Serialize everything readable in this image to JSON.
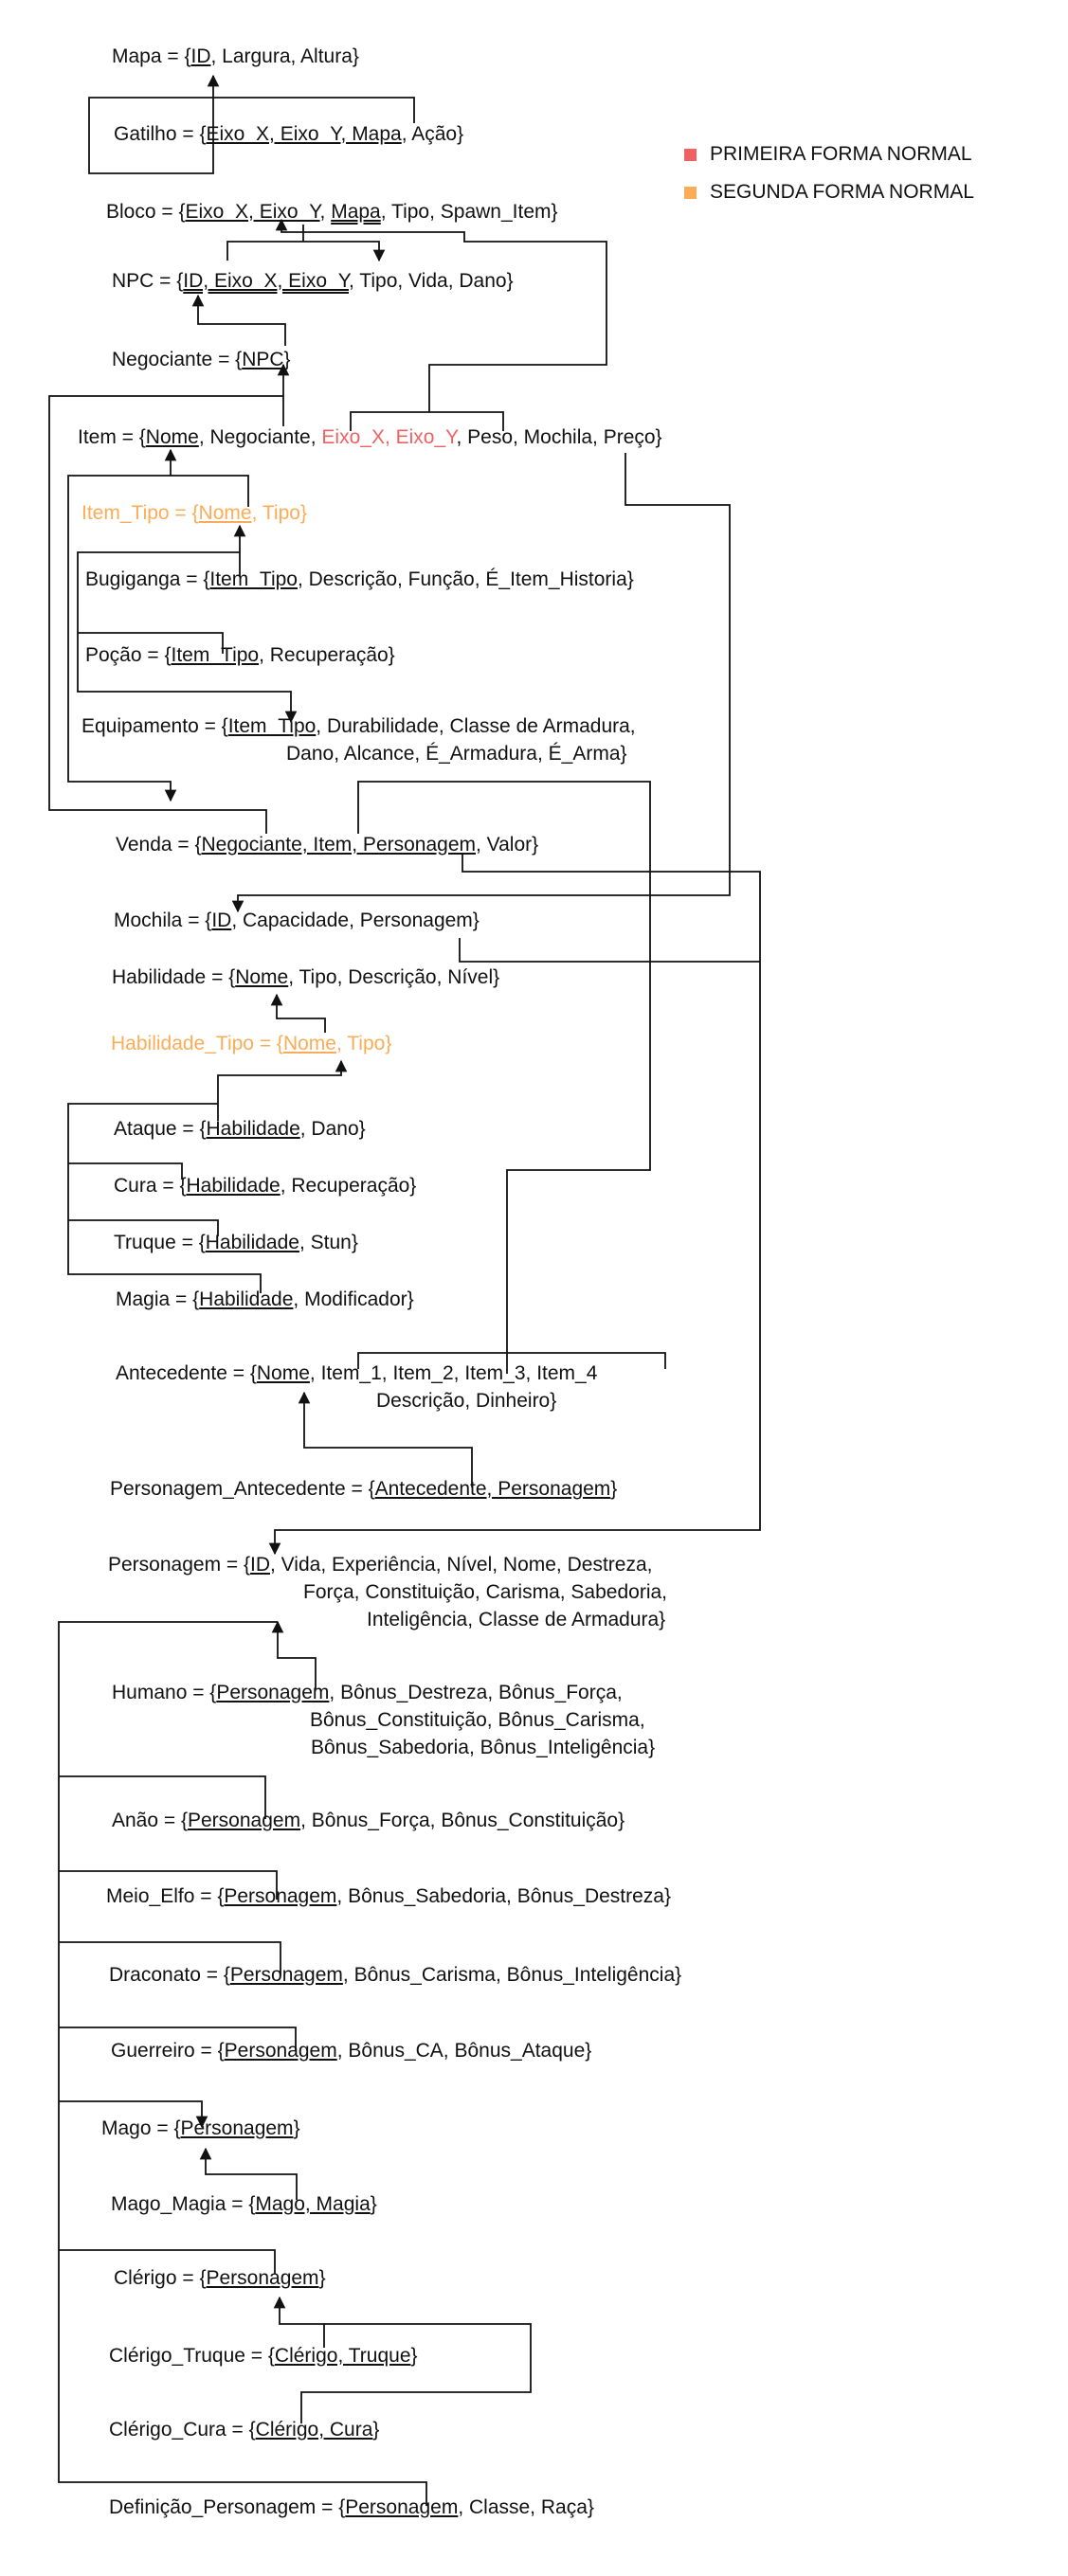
{
  "legend": [
    {
      "label": "PRIMEIRA FORMA NORMAL",
      "color": "#f06162"
    },
    {
      "label": "SEGUNDA FORMA NORMAL",
      "color": "#fbac57"
    }
  ],
  "colors": {
    "red": "#f06162",
    "orange": "#fbac57"
  },
  "relations": [
    {
      "id": "mapa",
      "lines": [
        [
          {
            "t": "Mapa = {"
          },
          {
            "t": "ID",
            "u": 1
          },
          {
            "t": ", Largura, Altura}"
          }
        ]
      ]
    },
    {
      "id": "gatilho",
      "lines": [
        [
          {
            "t": "Gatilho = {"
          },
          {
            "t": "Eixo_X, Eixo_Y, Mapa",
            "u": 1
          },
          {
            "t": ", Ação}"
          }
        ]
      ]
    },
    {
      "id": "bloco",
      "lines": [
        [
          {
            "t": "Bloco = {"
          },
          {
            "t": "Eixo_X, Eixo_Y",
            "u": 1
          },
          {
            "t": ", "
          },
          {
            "t": "Mapa",
            "u": 2
          },
          {
            "t": ", Tipo, Spawn_Item}"
          }
        ]
      ]
    },
    {
      "id": "npc",
      "lines": [
        [
          {
            "t": "NPC = {"
          },
          {
            "t": "ID, Eixo_X, Eixo_Y",
            "u": 2
          },
          {
            "t": ", Tipo, Vida, Dano}"
          }
        ]
      ]
    },
    {
      "id": "negociante",
      "lines": [
        [
          {
            "t": "Negociante = {"
          },
          {
            "t": "NPC",
            "u": 1
          },
          {
            "t": "}"
          }
        ]
      ]
    },
    {
      "id": "item",
      "lines": [
        [
          {
            "t": "Item = {"
          },
          {
            "t": "Nome",
            "u": 1
          },
          {
            "t": ", Negociante, "
          },
          {
            "t": "Eixo_X, Eixo_Y",
            "c": "red"
          },
          {
            "t": ", Peso, Mochila, Preço}"
          }
        ]
      ]
    },
    {
      "id": "item_tipo",
      "color": "orange",
      "lines": [
        [
          {
            "t": "Item_Tipo = {"
          },
          {
            "t": "Nome",
            "u": 1
          },
          {
            "t": ", Tipo}"
          }
        ]
      ]
    },
    {
      "id": "bugiganga",
      "lines": [
        [
          {
            "t": "Bugiganga = {"
          },
          {
            "t": "Item_Tipo",
            "u": 1
          },
          {
            "t": ", Descrição, Função, É_Item_Historia}"
          }
        ]
      ]
    },
    {
      "id": "pocao",
      "lines": [
        [
          {
            "t": "Poção = {"
          },
          {
            "t": "Item_Tipo",
            "u": 1
          },
          {
            "t": ", Recuperação}"
          }
        ]
      ]
    },
    {
      "id": "equipamento",
      "lines": [
        [
          {
            "t": "Equipamento = {"
          },
          {
            "t": "Item_Tipo",
            "u": 1
          },
          {
            "t": ", Durabilidade, Classe de Armadura,"
          }
        ],
        [
          {
            "t": "Dano, Alcance, É_Armadura, É_Arma}"
          }
        ]
      ]
    },
    {
      "id": "venda",
      "lines": [
        [
          {
            "t": "Venda = {"
          },
          {
            "t": "Negociante, Item, Personagem",
            "u": 1
          },
          {
            "t": ", Valor}"
          }
        ]
      ]
    },
    {
      "id": "mochila",
      "lines": [
        [
          {
            "t": "Mochila = {"
          },
          {
            "t": "ID",
            "u": 1
          },
          {
            "t": ", Capacidade, Personagem}"
          }
        ]
      ]
    },
    {
      "id": "habilidade",
      "lines": [
        [
          {
            "t": "Habilidade = {"
          },
          {
            "t": "Nome",
            "u": 1
          },
          {
            "t": ", Tipo, Descrição, Nível}"
          }
        ]
      ]
    },
    {
      "id": "habilidade_tipo",
      "color": "orange",
      "lines": [
        [
          {
            "t": "Habilidade_Tipo = {"
          },
          {
            "t": "Nome",
            "u": 1
          },
          {
            "t": ", Tipo}"
          }
        ]
      ]
    },
    {
      "id": "ataque",
      "lines": [
        [
          {
            "t": "Ataque = {"
          },
          {
            "t": "Habilidade",
            "u": 1
          },
          {
            "t": ", Dano}"
          }
        ]
      ]
    },
    {
      "id": "cura",
      "lines": [
        [
          {
            "t": "Cura = {"
          },
          {
            "t": "Habilidade",
            "u": 1
          },
          {
            "t": ", Recuperação}"
          }
        ]
      ]
    },
    {
      "id": "truque",
      "lines": [
        [
          {
            "t": "Truque = {"
          },
          {
            "t": "Habilidade",
            "u": 1
          },
          {
            "t": ", Stun}"
          }
        ]
      ]
    },
    {
      "id": "magia",
      "lines": [
        [
          {
            "t": "Magia = {"
          },
          {
            "t": "Habilidade",
            "u": 1
          },
          {
            "t": ", Modificador}"
          }
        ]
      ]
    },
    {
      "id": "antecedente",
      "lines": [
        [
          {
            "t": "Antecedente = {"
          },
          {
            "t": "Nome",
            "u": 1
          },
          {
            "t": ", Item_1, Item_2, Item_3, Item_4"
          }
        ],
        [
          {
            "t": "Descrição, Dinheiro}"
          }
        ]
      ]
    },
    {
      "id": "personagem_antecedente",
      "lines": [
        [
          {
            "t": "Personagem_Antecedente = {"
          },
          {
            "t": "Antecedente, Personagem",
            "u": 1
          },
          {
            "t": "}"
          }
        ]
      ]
    },
    {
      "id": "personagem",
      "lines": [
        [
          {
            "t": "Personagem = {"
          },
          {
            "t": "ID",
            "u": 1
          },
          {
            "t": ", Vida, Experiência, Nível, Nome, Destreza,"
          }
        ],
        [
          {
            "t": "Força, Constituição, Carisma, Sabedoria,"
          }
        ],
        [
          {
            "t": "Inteligência, Classe de Armadura}"
          }
        ]
      ]
    },
    {
      "id": "humano",
      "lines": [
        [
          {
            "t": "Humano = {"
          },
          {
            "t": "Personagem",
            "u": 1
          },
          {
            "t": ", Bônus_Destreza, Bônus_Força,"
          }
        ],
        [
          {
            "t": "Bônus_Constituição, Bônus_Carisma,"
          }
        ],
        [
          {
            "t": "Bônus_Sabedoria, Bônus_Inteligência}"
          }
        ]
      ]
    },
    {
      "id": "anao",
      "lines": [
        [
          {
            "t": "Anão = {"
          },
          {
            "t": "Personagem",
            "u": 1
          },
          {
            "t": ", Bônus_Força, Bônus_Constituição}"
          }
        ]
      ]
    },
    {
      "id": "meio_elfo",
      "lines": [
        [
          {
            "t": "Meio_Elfo = {"
          },
          {
            "t": "Personagem",
            "u": 1
          },
          {
            "t": ", Bônus_Sabedoria, Bônus_Destreza}"
          }
        ]
      ]
    },
    {
      "id": "draconato",
      "lines": [
        [
          {
            "t": "Draconato = {"
          },
          {
            "t": "Personagem",
            "u": 1
          },
          {
            "t": ", Bônus_Carisma, Bônus_Inteligência}"
          }
        ]
      ]
    },
    {
      "id": "guerreiro",
      "lines": [
        [
          {
            "t": "Guerreiro = {"
          },
          {
            "t": "Personagem",
            "u": 1
          },
          {
            "t": ", Bônus_CA, Bônus_Ataque}"
          }
        ]
      ]
    },
    {
      "id": "mago",
      "lines": [
        [
          {
            "t": "Mago = {"
          },
          {
            "t": "Personagem",
            "u": 1
          },
          {
            "t": "}"
          }
        ]
      ]
    },
    {
      "id": "mago_magia",
      "lines": [
        [
          {
            "t": "Mago_Magia = {"
          },
          {
            "t": "Mago, Magia",
            "u": 1
          },
          {
            "t": "}"
          }
        ]
      ]
    },
    {
      "id": "clerigo",
      "lines": [
        [
          {
            "t": "Clérigo = {"
          },
          {
            "t": "Personagem",
            "u": 1
          },
          {
            "t": "}"
          }
        ]
      ]
    },
    {
      "id": "clerigo_truque",
      "lines": [
        [
          {
            "t": "Clérigo_Truque = {"
          },
          {
            "t": "Clérigo, Truque",
            "u": 1
          },
          {
            "t": "}"
          }
        ]
      ]
    },
    {
      "id": "clerigo_cura",
      "lines": [
        [
          {
            "t": "Clérigo_Cura = {"
          },
          {
            "t": "Clérigo, Cura",
            "u": 1
          },
          {
            "t": "}"
          }
        ]
      ]
    },
    {
      "id": "definicao_personagem",
      "lines": [
        [
          {
            "t": "Definição_Personagem = {"
          },
          {
            "t": "Personagem",
            "u": 1
          },
          {
            "t": ", Classe, Raça}"
          }
        ]
      ]
    }
  ]
}
